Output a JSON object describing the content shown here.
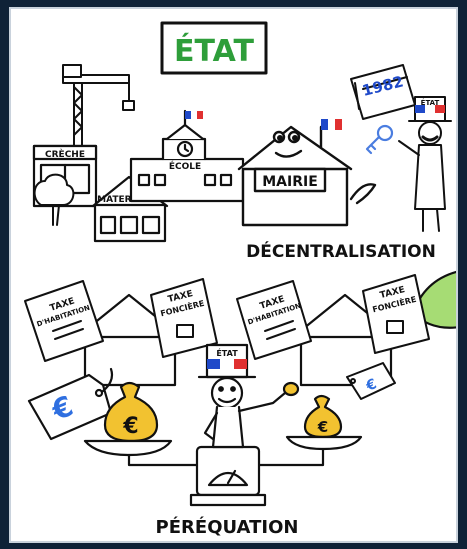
{
  "labels": {
    "etat_title": "ÉTAT",
    "creche": "CRÈCHE",
    "ecole": "ÉCOLE",
    "maternelle": "MATERNELLE",
    "mairie": "MAIRIE",
    "year": "1982",
    "etat_hat_top": "ÉTAT",
    "decentralisation": "DÉCENTRALISATION",
    "taxe_habitation_1": "TAXE",
    "taxe_habitation_1b": "D'HABITATION",
    "taxe_fonciere_1": "TAXE",
    "taxe_fonciere_1b": "FONCIÈRE",
    "taxe_habitation_2": "TAXE",
    "taxe_habitation_2b": "D'HABITATION",
    "taxe_fonciere_2": "TAXE",
    "taxe_fonciere_2b": "FONCIÈRE",
    "etat_hat_bottom": "ÉTAT",
    "euro_tag_left": "€",
    "euro_tag_right": "€",
    "euro_bag_left": "€",
    "euro_bag_right": "€",
    "perequation": "PÉRÉQUATION"
  },
  "colors": {
    "title_green": "#2e9e3a",
    "frame": "#0f2237",
    "gold": "#f2c230",
    "tag_blue": "#2f6fe0",
    "flag_blue": "#1f49c9",
    "flag_red": "#e03030",
    "leaf_green": "#a6dc74",
    "key_blue": "#4a7de0"
  },
  "icons": [
    "crane-icon",
    "flag-icon",
    "calendar-icon",
    "key-icon",
    "money-bag-icon",
    "price-tag-icon",
    "scale-icon",
    "tree-icon",
    "clock-icon"
  ]
}
